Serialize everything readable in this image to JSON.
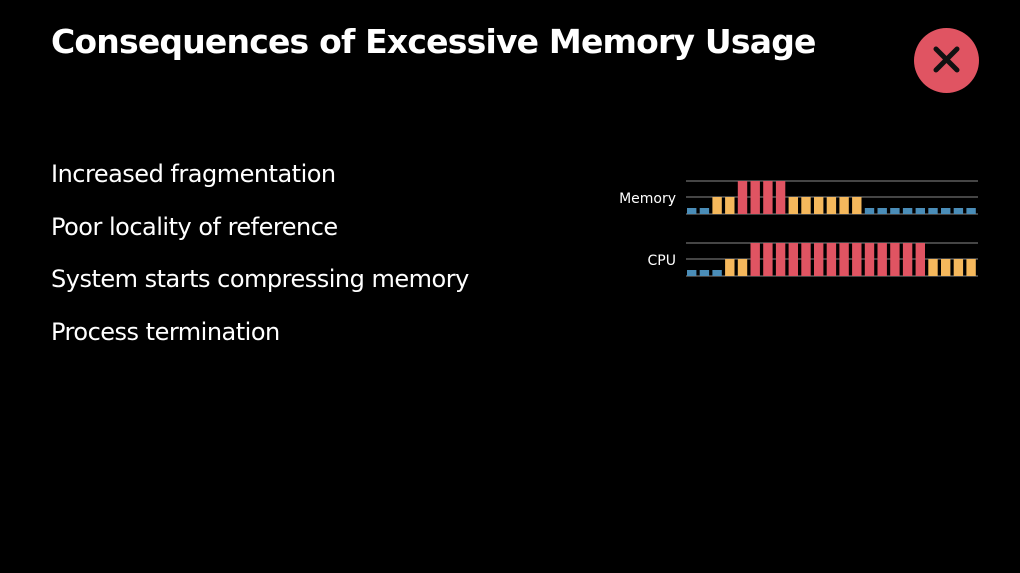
{
  "slide": {
    "title": "Consequences of Excessive Memory Usage",
    "badge_icon": "close-x-icon",
    "bullets": [
      "Increased fragmentation",
      "Poor locality of reference",
      "System starts compressing memory",
      "Process termination"
    ]
  },
  "colors": {
    "background": "#000000",
    "text": "#ffffff",
    "badge": "#e05462",
    "low": "#4a8db8",
    "medium": "#f5b85c",
    "high": "#e05462",
    "gridline": "#8a8a8a"
  },
  "chart_data": {
    "type": "bar",
    "levels": [
      "low",
      "medium",
      "high"
    ],
    "series": [
      {
        "name": "Memory",
        "values": [
          "low",
          "low",
          "medium",
          "medium",
          "high",
          "high",
          "high",
          "high",
          "medium",
          "medium",
          "medium",
          "medium",
          "medium",
          "medium",
          "low",
          "low",
          "low",
          "low",
          "low",
          "low",
          "low",
          "low",
          "low"
        ]
      },
      {
        "name": "CPU",
        "values": [
          "low",
          "low",
          "low",
          "medium",
          "medium",
          "high",
          "high",
          "high",
          "high",
          "high",
          "high",
          "high",
          "high",
          "high",
          "high",
          "high",
          "high",
          "high",
          "high",
          "medium",
          "medium",
          "medium",
          "medium"
        ]
      }
    ]
  }
}
